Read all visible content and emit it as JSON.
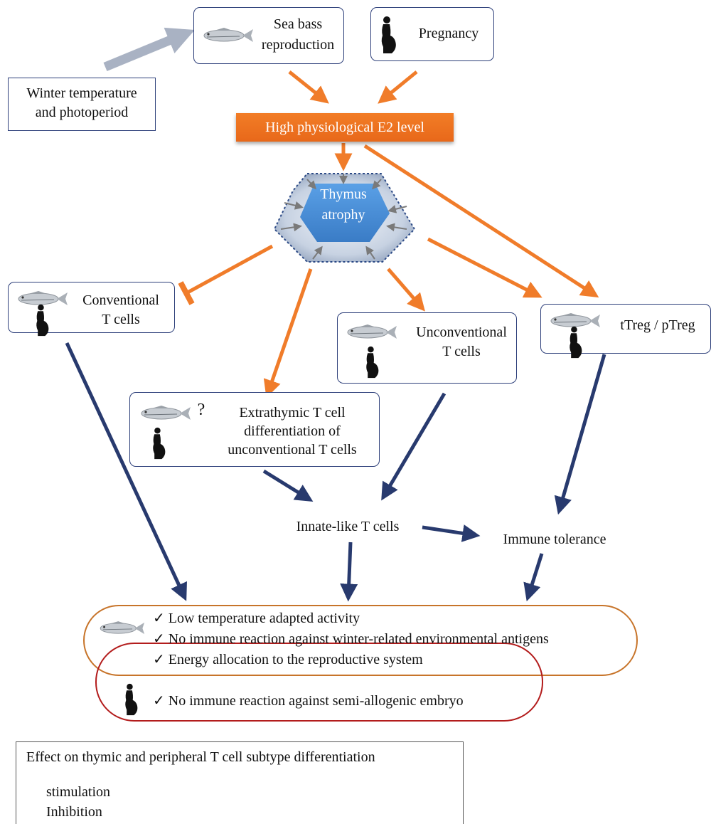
{
  "nodes": {
    "winter": {
      "line1": "Winter temperature",
      "line2": "and photoperiod"
    },
    "seabass_repro": {
      "line1": "Sea bass",
      "line2": "reproduction"
    },
    "pregnancy": {
      "label": "Pregnancy"
    },
    "e2": {
      "label": "High physiological E2 level"
    },
    "thymus": {
      "line1": "Thymus",
      "line2": "atrophy"
    },
    "conventional": {
      "line1": "Conventional",
      "line2": "T cells"
    },
    "unconventional": {
      "line1": "Unconventional",
      "line2": "T cells"
    },
    "treg": {
      "label": "tTreg / pTreg"
    },
    "extrathymic": {
      "question": "?",
      "line1": "Extrathymic T cell",
      "line2": "differentiation of",
      "line3": "unconventional T cells"
    },
    "innate": {
      "label": "Innate-like T cells"
    },
    "tolerance": {
      "label": "Immune tolerance"
    }
  },
  "outcomes": {
    "check": "✓",
    "item1": "Low temperature adapted activity",
    "item2": "No immune reaction against winter-related environmental antigens",
    "item3": "Energy allocation to the reproductive system",
    "item4": "No immune reaction against semi-allogenic embryo"
  },
  "legend": {
    "title": "Effect on thymic and peripheral T cell subtype differentiation",
    "stimulation": "stimulation",
    "inhibition": "Inhibition"
  },
  "colors": {
    "orange": "#f07c2a",
    "navy": "#283a6e",
    "gray_arrow": "#a9b2c3",
    "oval_orange": "#c7742a",
    "oval_red": "#b31c1c",
    "thymus_blue": "#4a8fd6"
  },
  "icons": [
    "fish-icon",
    "pregnant-woman-icon",
    "check-icon",
    "arrow-icon",
    "inhibition-icon"
  ]
}
